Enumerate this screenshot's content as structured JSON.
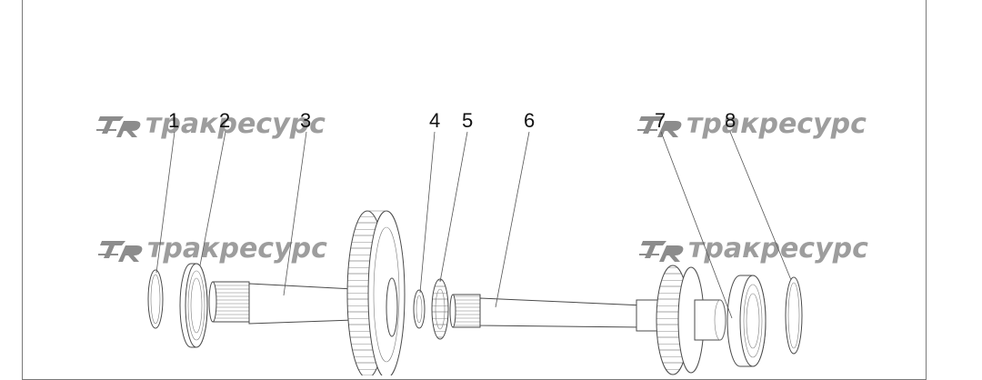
{
  "watermark": {
    "brand_text": "трaкресурс",
    "logo_mark": "TR"
  },
  "callouts": [
    "1",
    "2",
    "3",
    "4",
    "5",
    "6",
    "7",
    "8"
  ],
  "colors": {
    "watermark": "#8c8c8c",
    "line": "#4a4a4a",
    "frame": "#7a7a7a"
  }
}
